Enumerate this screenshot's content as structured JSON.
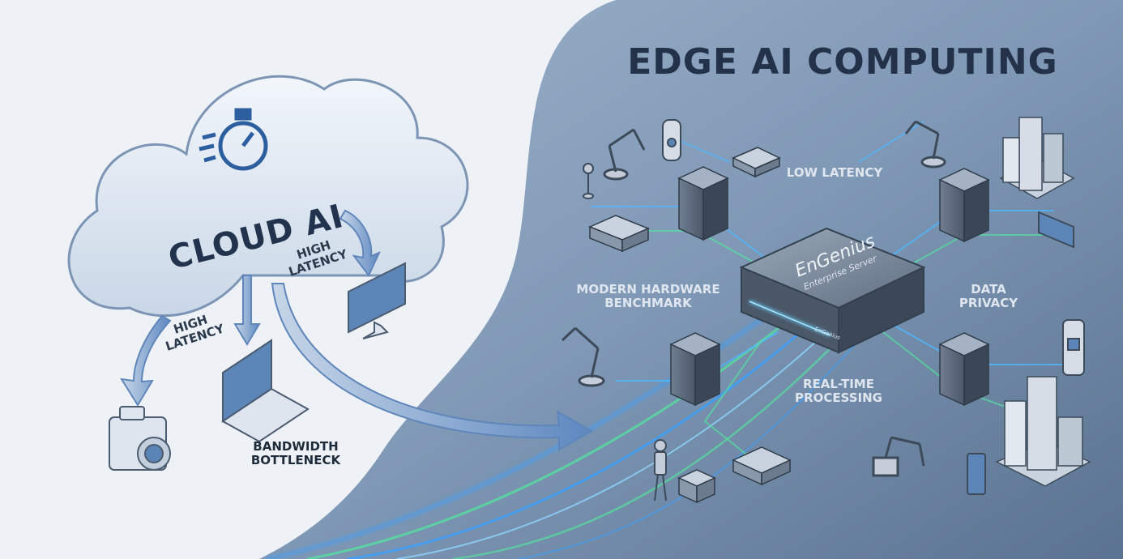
{
  "title": "EDGE AI COMPUTING",
  "cloud": {
    "label": "CLOUD AI"
  },
  "left_labels": {
    "latency_a": "HIGH LATENCY",
    "latency_b": "HIGH LATENCY",
    "bandwidth": "BANDWIDTH BOTTLENECK"
  },
  "edge_labels": {
    "low_latency": "LOW LATENCY",
    "hardware": "MODERN HARDWARE BENCHMARK",
    "privacy": "DATA PRIVACY",
    "realtime": "REAL-TIME PROCESSING"
  },
  "server": {
    "brand": "EnGenius",
    "subtitle": "Enterprise Server",
    "small_brand": "EnGenius"
  },
  "colors": {
    "edge_bg_top": "#8da4bf",
    "edge_bg_bottom": "#5f7893",
    "flow_blue": "#3aa0ff",
    "flow_green": "#55e0a0",
    "cloud_fill": "#dfe8f2",
    "arrow_fill": "#6b93c4"
  }
}
